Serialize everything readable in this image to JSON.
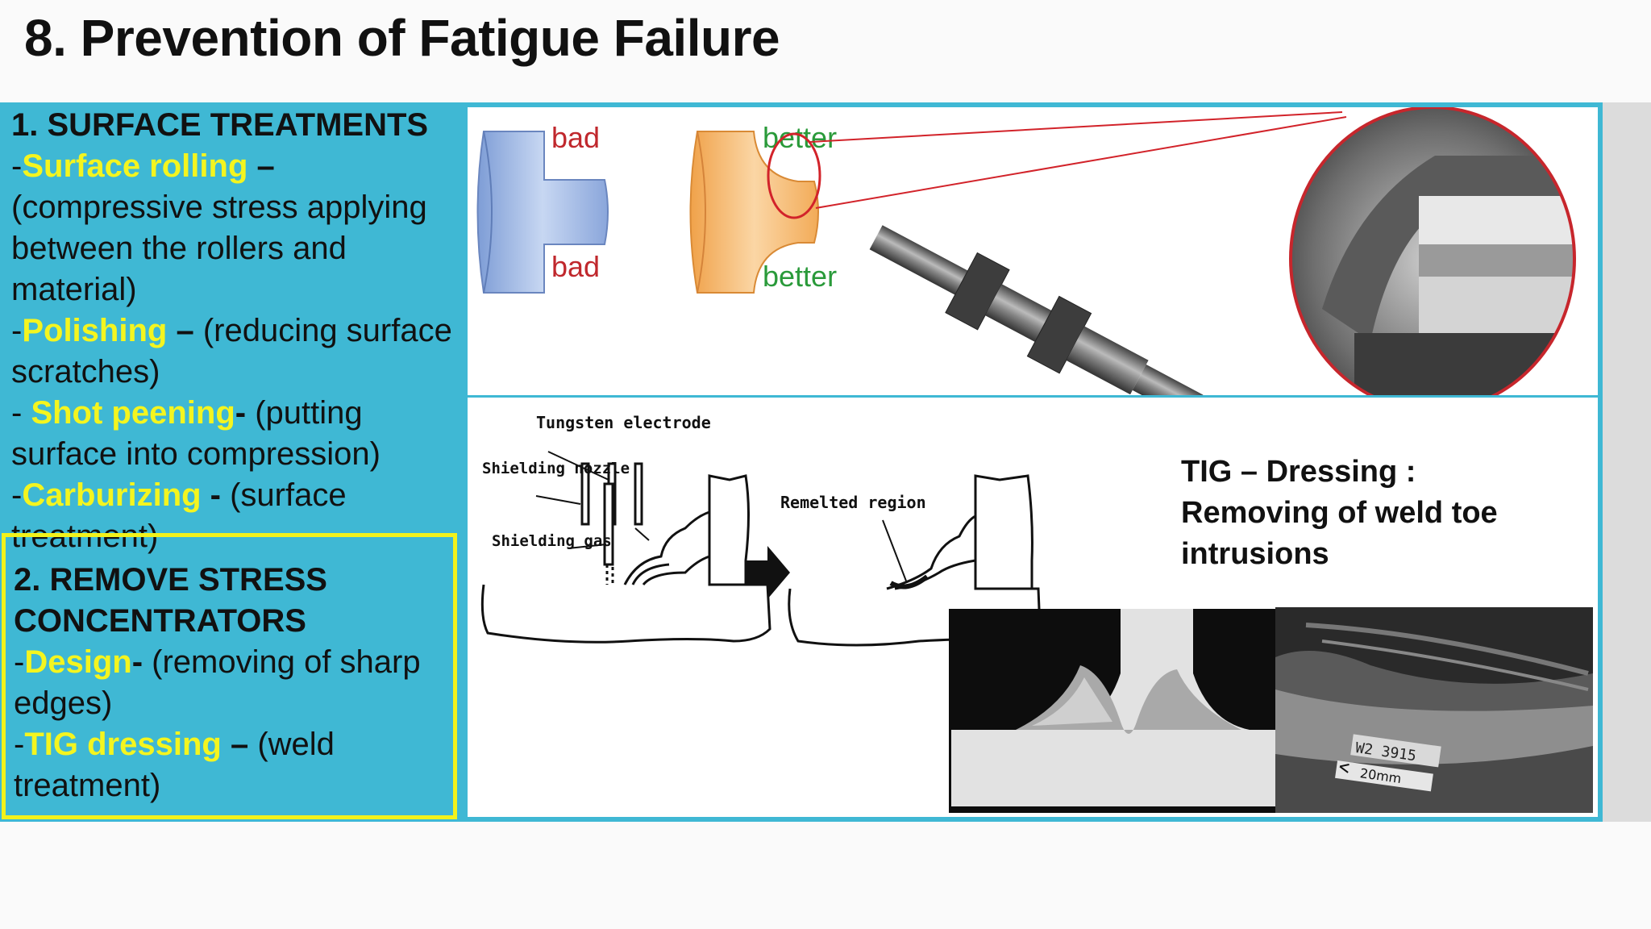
{
  "slide": {
    "title": "8. Prevention of Fatigue Failure"
  },
  "left_panel": {
    "section1": {
      "heading": "1. SURFACE TREATMENTS",
      "items": [
        {
          "prefix": "-",
          "term": "Surface rolling",
          "sep": " –",
          "desc": "(compressive stress applying between the rollers and material)"
        },
        {
          "prefix": "-",
          "term": "Polishing",
          "sep": " – ",
          "desc": "(reducing surface scratches)"
        },
        {
          "prefix": "- ",
          "term": "Shot peening",
          "sep": "- ",
          "desc": "(putting surface into compression)"
        },
        {
          "prefix": "-",
          "term": "Carburizing",
          "sep": " - ",
          "desc": "(surface treatment)"
        }
      ]
    },
    "section2": {
      "heading": "2. REMOVE STRESS CONCENTRATORS",
      "items": [
        {
          "prefix": "-",
          "term": "Design",
          "sep": "- ",
          "desc": "(removing of sharp edges)"
        },
        {
          "prefix": "-",
          "term": "TIG dressing",
          "sep": " – ",
          "desc": "(weld treatment)"
        }
      ]
    }
  },
  "figure_top": {
    "blue_shaft_labels": [
      "bad",
      "bad"
    ],
    "orange_shaft_labels": [
      "better",
      "better"
    ],
    "colors": {
      "bad": "#c0282d",
      "better": "#2a9a3a",
      "accent": "#3fb8d4",
      "highlight": "#f4f51f",
      "callout": "#d2232a"
    }
  },
  "figure_bottom": {
    "sketch_labels": {
      "electrode": "Tungsten electrode",
      "nozzle": "Shielding nozzle",
      "gas": "Shielding gas",
      "remelted": "Remelted region"
    },
    "caption": "TIG – Dressing : Removing of weld toe intrusions",
    "photo_stamp": "W2 3915",
    "photo_scale": "20mm"
  }
}
